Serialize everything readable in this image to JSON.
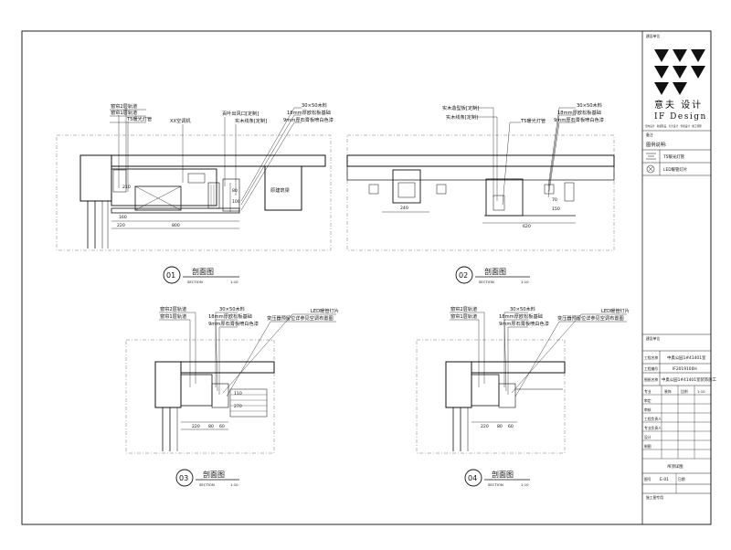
{
  "titleblock": {
    "company_top": "建设单位",
    "logo_cn": "意夫 设计",
    "logo_en": "IF Design",
    "tagline": "室内设计 · 软装陈设 · 灯光设计 · 景观设计 · 施工管理",
    "notes_label": "备注",
    "legend_title": "图例说明:",
    "legend_items": [
      {
        "symbol": "T5",
        "text": "T5暖光灯管"
      },
      {
        "symbol": "LED",
        "text": "LED暖管灯片"
      }
    ],
    "info_label": "建设单位",
    "project_name_label": "工程名称",
    "project_name": "中奥公园1#41401室",
    "project_no_label": "工程编号",
    "project_no": "IF2019100H",
    "drawing_title_label": "图纸名称",
    "drawing_title": "中奥公园1#41401室装饰施工",
    "rows": [
      {
        "label": "专业",
        "v1": "装饰",
        "v2": "比例",
        "v3": "1:10"
      },
      {
        "label": "审定",
        "v1": "",
        "v2": "",
        "v3": ""
      },
      {
        "label": "审核",
        "v1": "",
        "v2": "",
        "v3": ""
      },
      {
        "label": "工程负责人",
        "v1": "",
        "v2": "",
        "v3": ""
      },
      {
        "label": "专业负责人",
        "v1": "",
        "v2": "",
        "v3": ""
      },
      {
        "label": "设计",
        "v1": "",
        "v2": "",
        "v3": ""
      },
      {
        "label": "制图",
        "v1": "",
        "v2": "",
        "v3": ""
      }
    ],
    "sheet_name": "吊顶详图",
    "sheet_no_label": "图号",
    "sheet_no": "E-01",
    "date_label": "日期",
    "date_value": "",
    "footer": "施工图专用"
  },
  "sections": [
    {
      "num": "01",
      "title": "剖面图",
      "scale": "1:10",
      "sub": "SECTION",
      "labels": [
        "窗帘2层轨道",
        "窗帘1层轨道",
        "T5暖光灯管",
        "XX空调机",
        "百叶出风口[定制]",
        "实木线条[定制]",
        "30×50木料",
        "18mm厚欧松板基础",
        "9mm厚石膏板喷白色漆"
      ],
      "extra": "原建筑梁",
      "dims": [
        "210",
        "160",
        "220",
        "800",
        "80",
        "100"
      ]
    },
    {
      "num": "02",
      "title": "剖面图",
      "scale": "1:10",
      "sub": "SECTION",
      "labels": [
        "实木造型板[定制]",
        "实木线条[定制]",
        "T5暖光灯管",
        "30×50木料",
        "18mm厚欧松板基础",
        "9mm厚石膏板喷白色漆"
      ],
      "dims": [
        "240",
        "620",
        "70",
        "150"
      ]
    },
    {
      "num": "03",
      "title": "剖面图",
      "scale": "1:10",
      "sub": "SECTION",
      "labels": [
        "窗帘2层轨道",
        "窗帘1层轨道",
        "30×50木料",
        "18mm厚欧松板基础",
        "9mm厚石膏板喷白色漆",
        "LED暖管灯片",
        "变压器预留位详参见空调布置图"
      ],
      "dims": [
        "220",
        "80",
        "60",
        "110",
        "270"
      ]
    },
    {
      "num": "04",
      "title": "剖面图",
      "scale": "1:10",
      "sub": "SECTION",
      "labels": [
        "窗帘2层轨道",
        "窗帘1层轨道",
        "30×50木料",
        "18mm厚欧松板基础",
        "9mm厚石膏板喷白色漆",
        "LED暖管灯片",
        "变压器预留位详参见空调布置图"
      ],
      "dims": [
        "220",
        "80",
        "60"
      ]
    }
  ]
}
